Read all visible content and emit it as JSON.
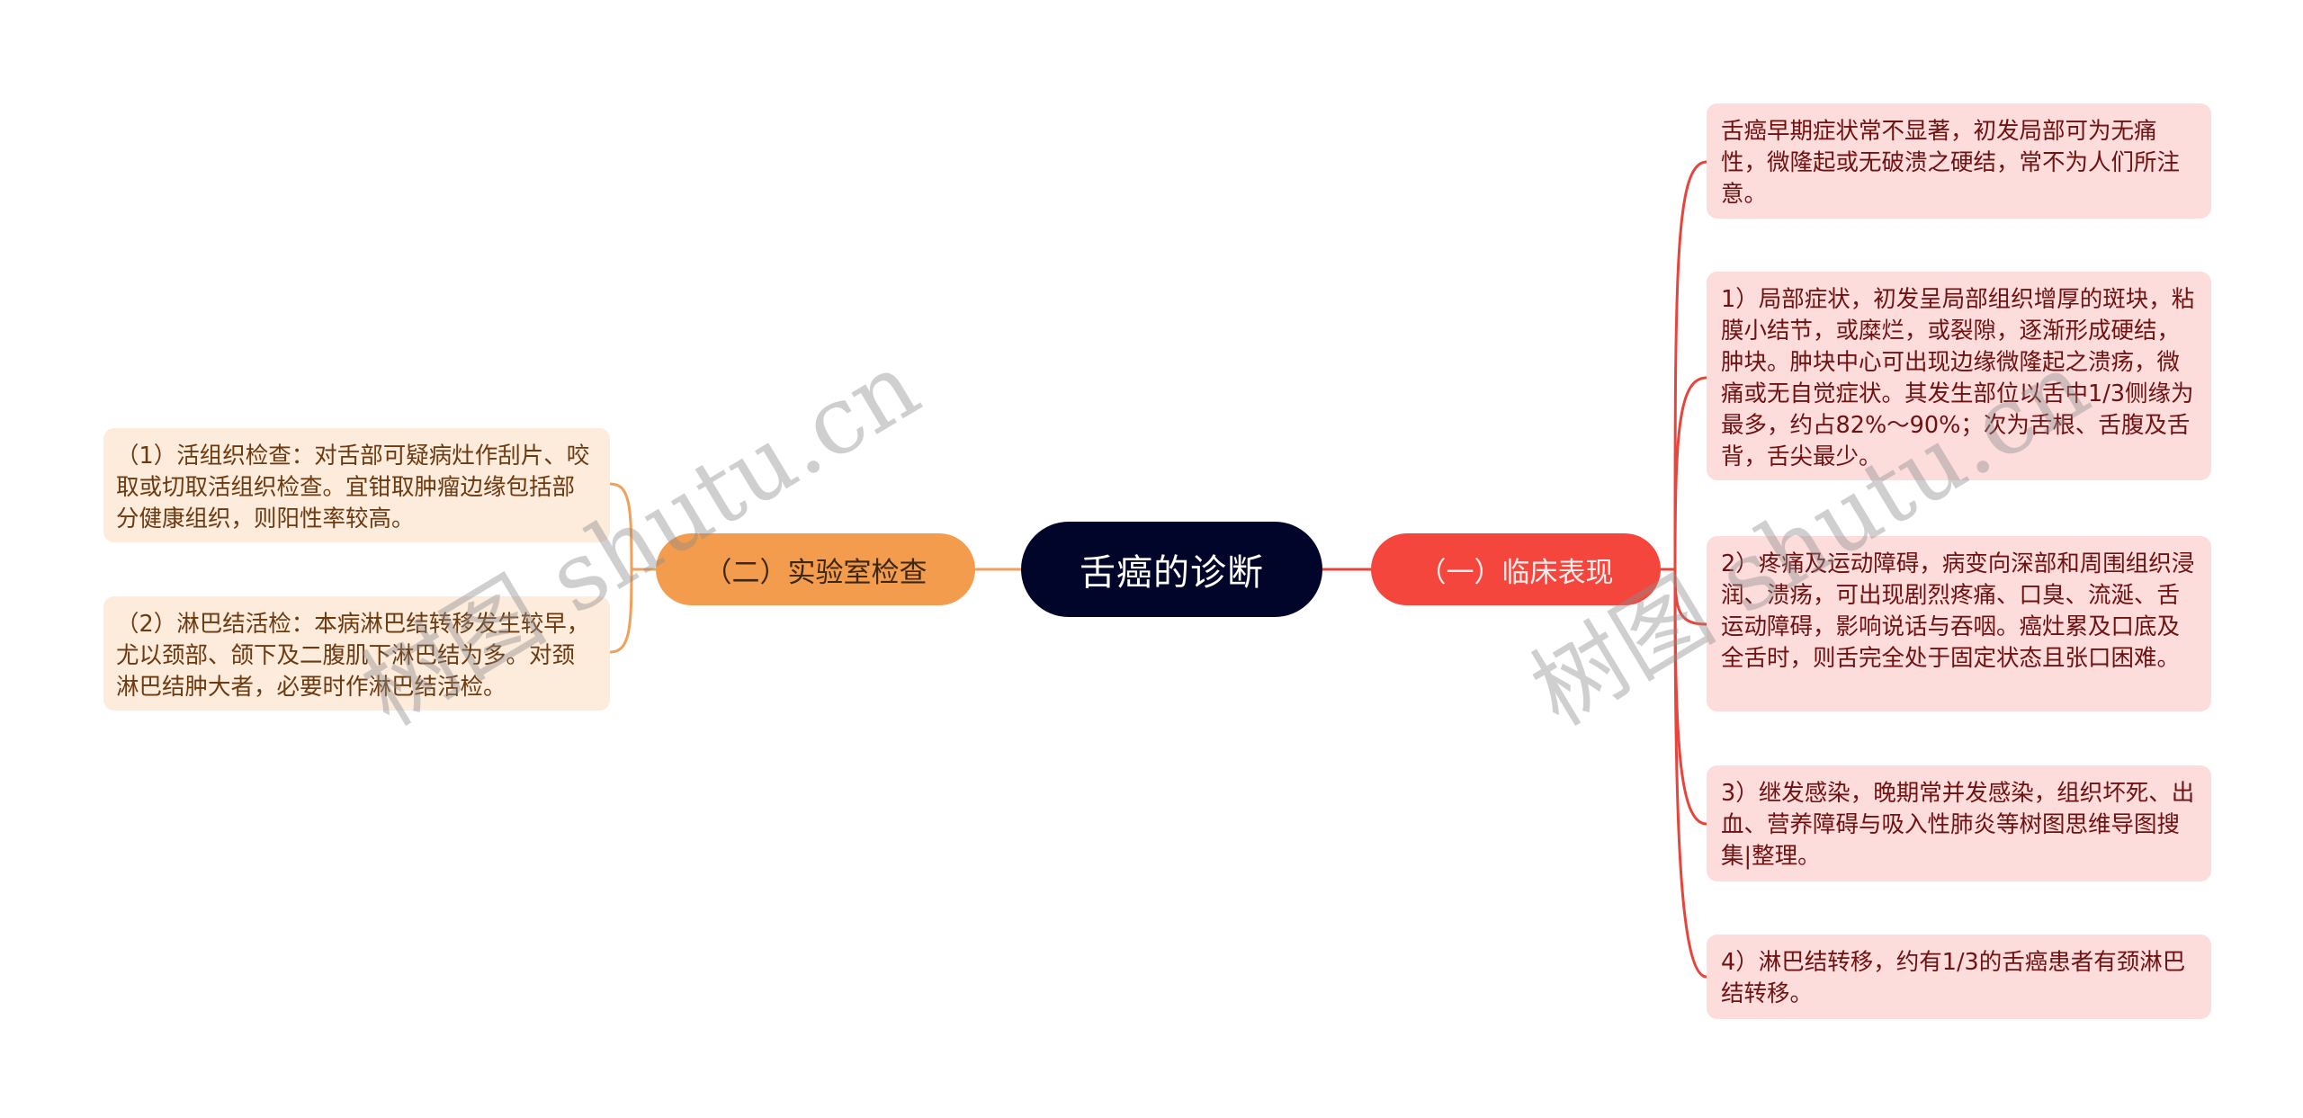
{
  "root": {
    "label": "舌癌的诊断"
  },
  "branches": {
    "clinical": {
      "label": "（一）临床表现",
      "color": "#f4463c",
      "items": [
        {
          "text": "舌癌早期症状常不显著，初发局部可为无痛性，微隆起或无破溃之硬结，常不为人们所注意。"
        },
        {
          "text": "1）局部症状，初发呈局部组织增厚的斑块，粘膜小结节，或糜烂，或裂隙，逐渐形成硬结，肿块。肿块中心可出现边缘微隆起之溃疡，微痛或无自觉症状。其发生部位以舌中1/3侧缘为最多，约占82%～90%；次为舌根、舌腹及舌背，舌尖最少。"
        },
        {
          "text": "2）疼痛及运动障碍，病变向深部和周围组织浸润、溃疡，可出现剧烈疼痛、口臭、流涎、舌运动障碍，影响说话与吞咽。癌灶累及口底及全舌时，则舌完全处于固定状态且张口困难。"
        },
        {
          "text": "3）继发感染，晚期常并发感染，组织坏死、出血、营养障碍与吸入性肺炎等树图思维导图搜集|整理。"
        },
        {
          "text": "4）淋巴结转移，约有1/3的舌癌患者有颈淋巴结转移。"
        }
      ]
    },
    "lab": {
      "label": "（二）实验室检查",
      "color": "#f39c4d",
      "items": [
        {
          "text": "（1）活组织检查：对舌部可疑病灶作刮片、咬取或切取活组织检查。宜钳取肿瘤边缘包括部分健康组织，则阳性率较高。"
        },
        {
          "text": "（2）淋巴结活检：本病淋巴结转移发生较早，尤以颈部、颌下及二腹肌下淋巴结为多。对颈淋巴结肿大者，必要时作淋巴结活检。"
        }
      ]
    }
  },
  "watermarks": [
    "树图 shutu.cn",
    "树图 shutu.cn"
  ]
}
